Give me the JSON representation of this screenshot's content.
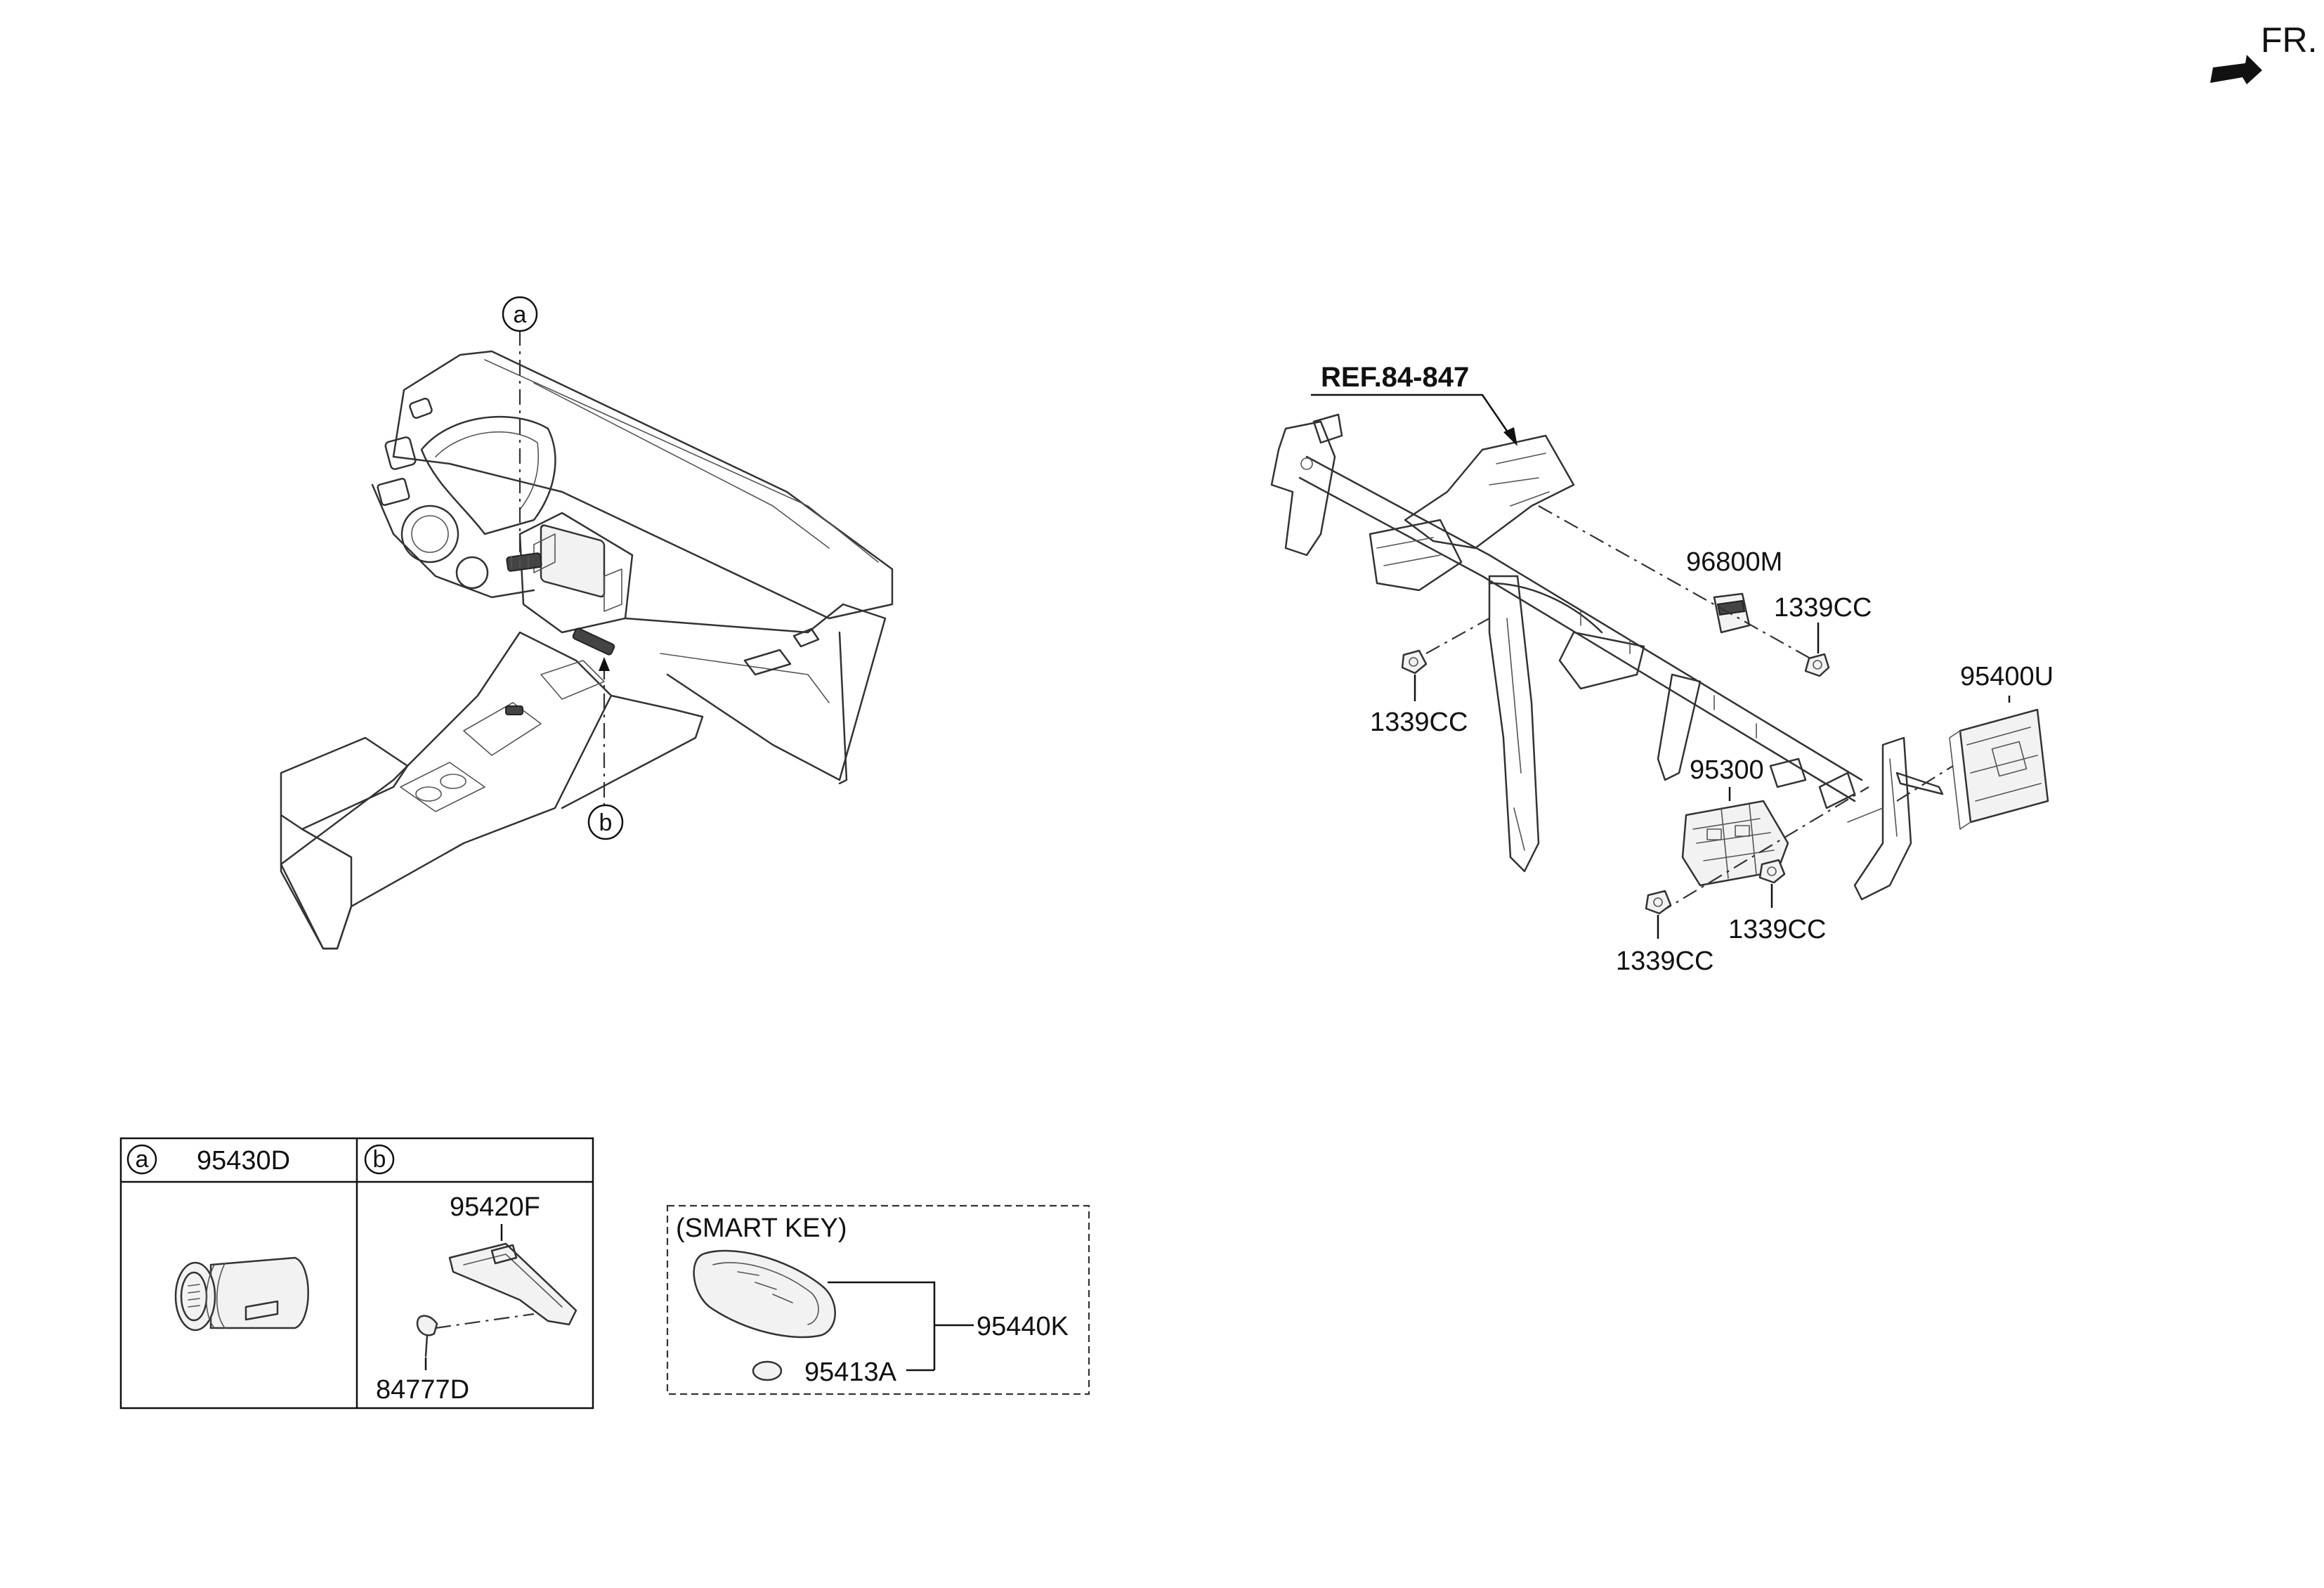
{
  "orientation": {
    "label": "FR.",
    "icon": "front-direction-arrow-icon"
  },
  "callouts": {
    "a": "a",
    "b": "b"
  },
  "reference": {
    "label": "REF.84-847"
  },
  "parts": {
    "p96800M": "96800M",
    "p1339CC_top_right": "1339CC",
    "p1339CC_left": "1339CC",
    "p95400U": "95400U",
    "p95300": "95300",
    "p1339CC_lower_right": "1339CC",
    "p1339CC_lower_left": "1339CC"
  },
  "detail_table": {
    "cell_a": {
      "marker": "a",
      "part": "95430D"
    },
    "cell_b": {
      "marker": "b",
      "part_top": "95420F",
      "part_bottom": "84777D"
    }
  },
  "smart_key": {
    "title": "(SMART KEY)",
    "key_part": "95440K",
    "battery_part": "95413A"
  }
}
